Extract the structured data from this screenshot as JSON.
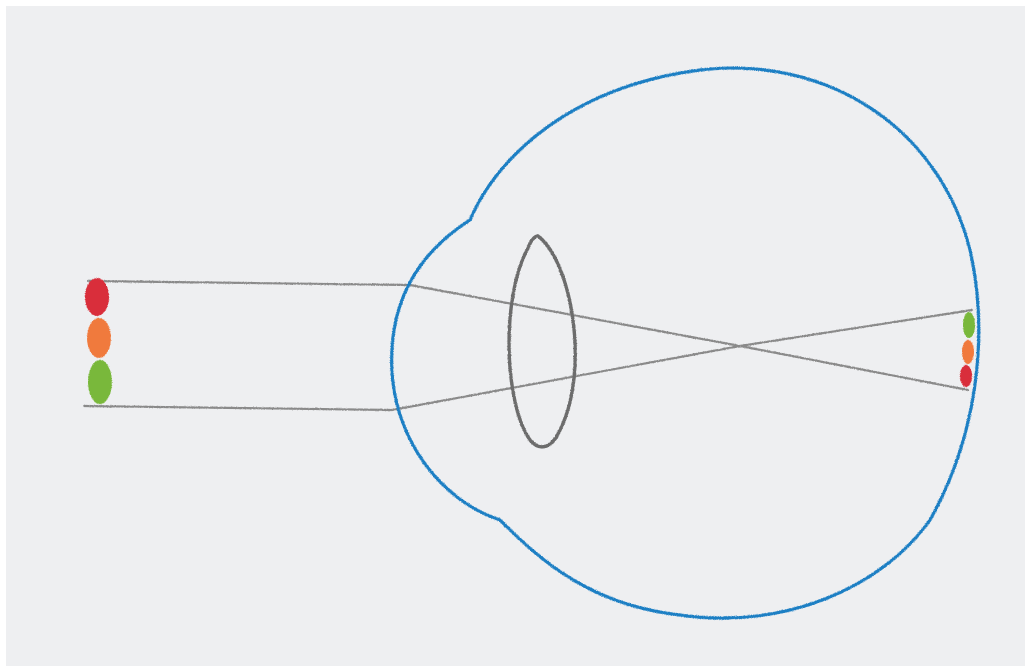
{
  "colors": {
    "paper": "#eeeff1",
    "paper_shadow": "#e4e6ea",
    "eyeball_outline": "#1f7fc4",
    "lens_outline": "#6c6c6c",
    "light_ray": "#8a8a8a",
    "object_top": "#d92f3a",
    "object_middle": "#f07a3c",
    "object_bottom": "#79b83a",
    "image_top": "#79b83a",
    "image_middle": "#f07a3c",
    "image_bottom": "#d92f3a"
  },
  "icons": {
    "object": "colored-dot-column",
    "eyeball": "circle-outline",
    "lens": "biconvex-lens-outline",
    "retinal_image": "inverted-colored-dot-column"
  }
}
